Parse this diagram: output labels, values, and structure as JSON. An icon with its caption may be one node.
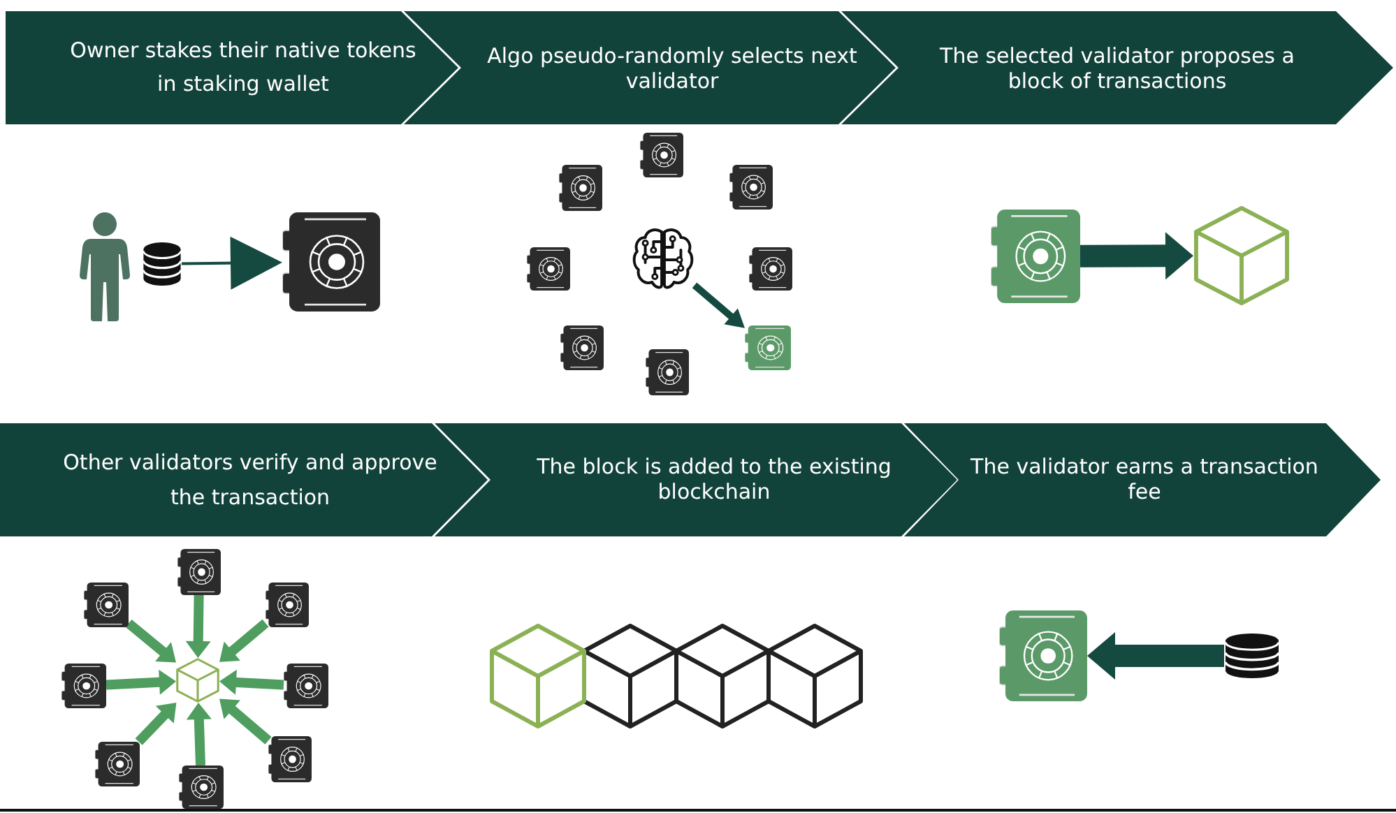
{
  "diagram": {
    "nodes": [
      {
        "text": [
          "Owner stakes their native tokens in staking wallet"
        ]
      },
      {
        "text": [
          "Algo pseudo-randomly selects next validator"
        ]
      },
      {
        "text": [
          "The selected validator proposes a block of transactions"
        ]
      },
      {
        "text": [],
        "shape": "picture"
      },
      {
        "text": [],
        "shape": "picture"
      },
      {
        "text": [],
        "shape": "picture"
      },
      {
        "text": [],
        "shape": "picture"
      },
      {
        "text": [],
        "shape": "picture"
      },
      {
        "text": [],
        "shape": "picture"
      },
      {
        "text": [
          "Other validators verify and approve the transaction"
        ]
      },
      {
        "text": [
          "The block is added to the existing blockchain"
        ]
      },
      {
        "text": [
          "The validator earns a transaction fee"
        ]
      },
      {
        "text": [],
        "shape": "picture"
      },
      {
        "text": [],
        "shape": "picture"
      },
      {
        "text": [],
        "shape": "picture"
      },
      {
        "text": [],
        "shape": "picture"
      },
      {
        "text": [],
        "shape": "picture"
      },
      {
        "text": [],
        "shape": "picture"
      },
      {
        "text": [],
        "shape": "picture"
      },
      {
        "text": [],
        "shape": "picture"
      },
      {
        "text": [],
        "shape": "picture"
      },
      {
        "text": [],
        "shape": "picture"
      },
      {
        "text": [],
        "shape": "picture"
      }
    ],
    "edges": [
      {
        "from": 3,
        "to": 4,
        "arrow": "to",
        "color": "#154a40"
      },
      {
        "from": 5,
        "to": 6,
        "arrow": "to",
        "color": "#154a40"
      },
      {
        "from": 7,
        "to": 8,
        "arrow": "to",
        "color": "#154a40"
      },
      {
        "from": 12,
        "to": 16,
        "arrow": "to"
      },
      {
        "from": 13,
        "to": 16,
        "arrow": "to"
      },
      {
        "from": 14,
        "to": 16,
        "arrow": "to"
      },
      {
        "from": 15,
        "to": 16,
        "arrow": "to"
      },
      {
        "from": 17,
        "to": 16,
        "arrow": "to"
      },
      {
        "from": 18,
        "to": 16,
        "arrow": "to"
      },
      {
        "from": 19,
        "to": 16,
        "arrow": "to"
      },
      {
        "from": 20,
        "to": 16,
        "arrow": "to"
      },
      {
        "from": 22,
        "to": 21,
        "arrow": "to",
        "color": "#154a40"
      }
    ]
  }
}
